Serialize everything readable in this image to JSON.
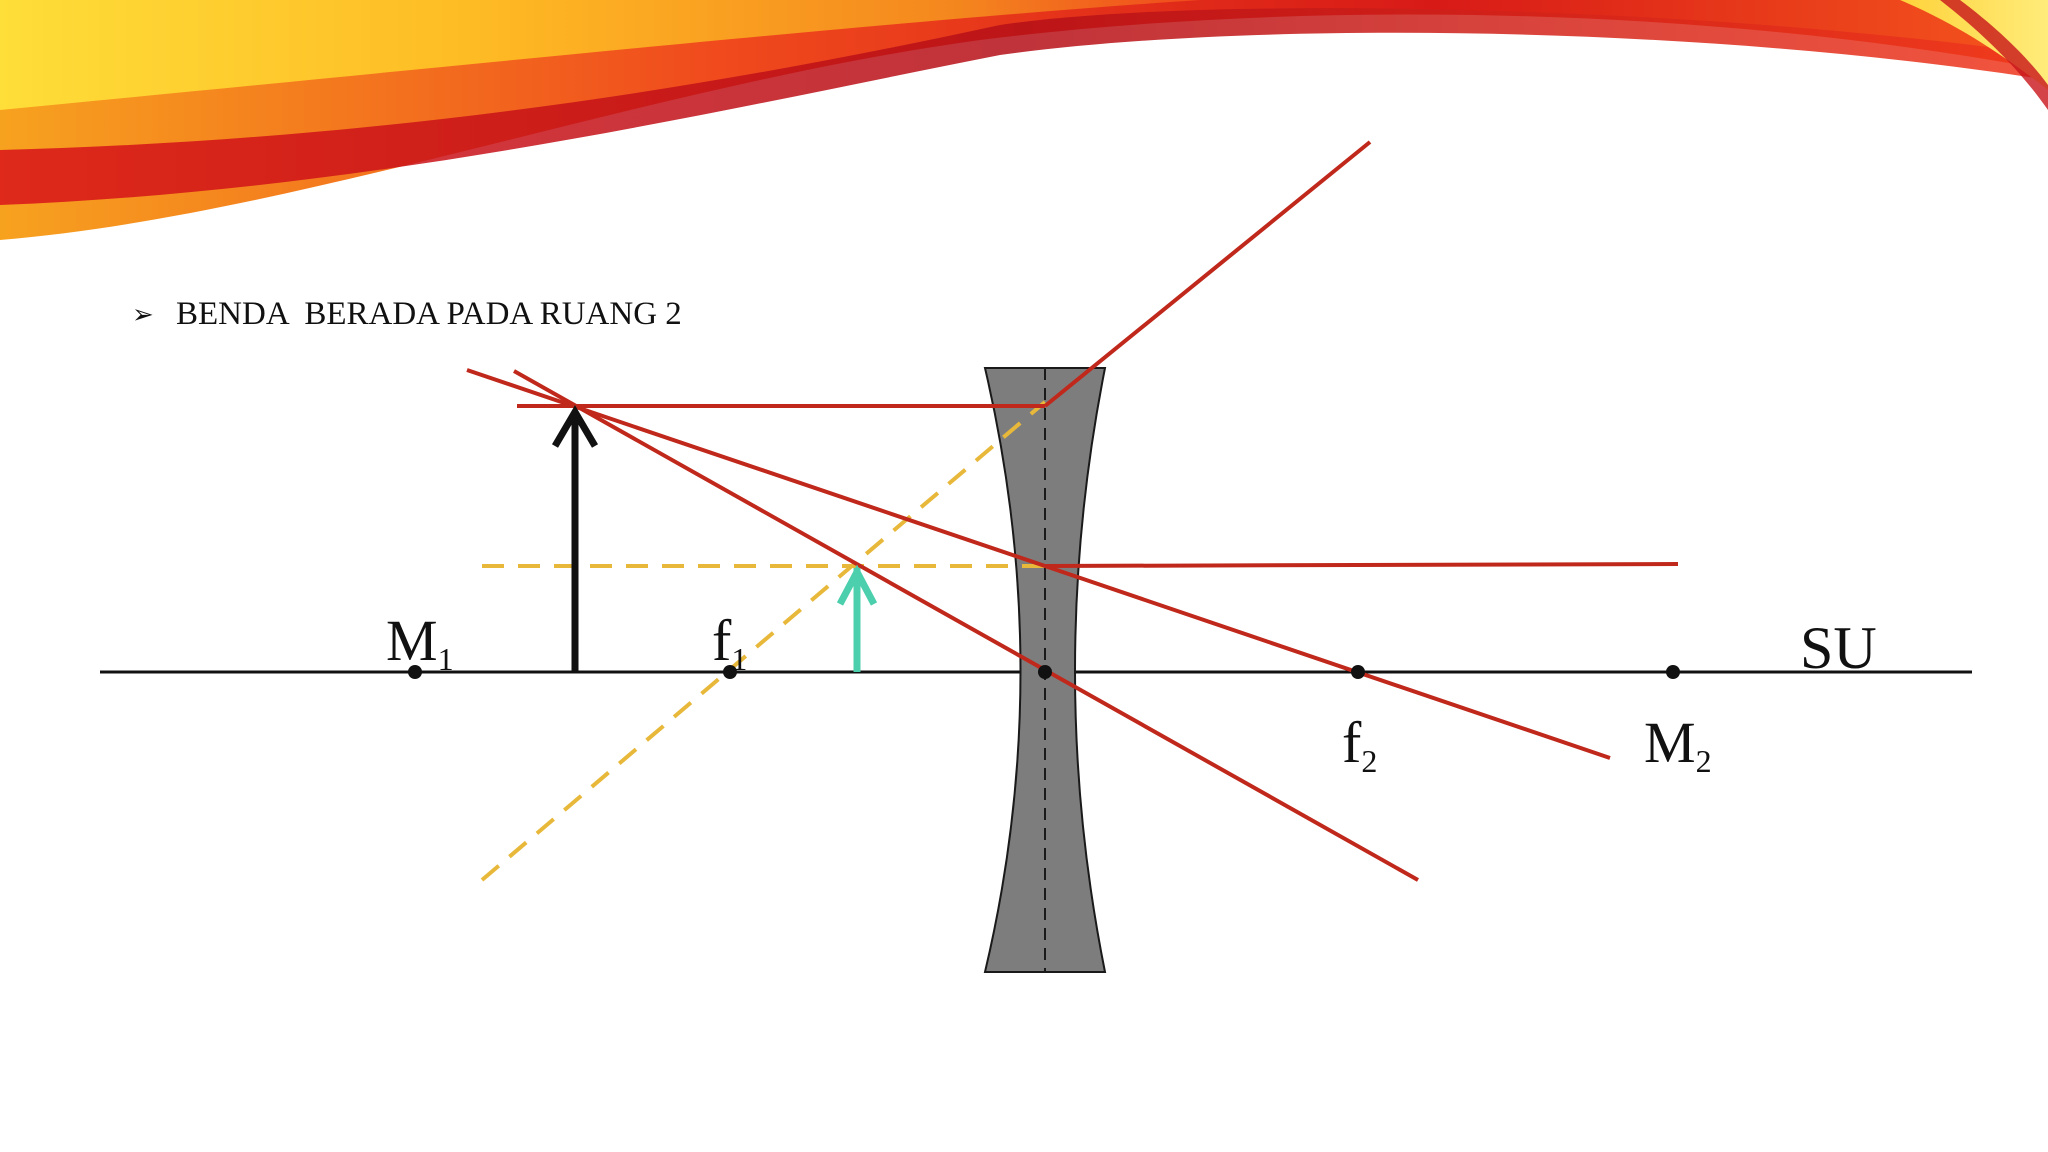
{
  "slide": {
    "bullet_marker": "➢",
    "bullet_text": "BENDA  BERADA PADA RUANG 2",
    "accent_colors": {
      "banner_red": "#e8241e",
      "banner_orange": "#f47a1f",
      "banner_yellow": "#ffd21a",
      "ray_red": "#c0281b",
      "construction_dash": "#e8b83a",
      "image_arrow": "#4ccfad",
      "object_arrow": "#111111",
      "lens_fill": "#7d7d7d"
    }
  },
  "diagram": {
    "labels": {
      "m1_main": "M",
      "m1_sub": "1",
      "f1_main": "f",
      "f1_sub": "1",
      "f2_main": "f",
      "f2_sub": "2",
      "m2_main": "M",
      "m2_sub": "2",
      "axis": "SU"
    },
    "lens_type": "concave (diverging) lens",
    "object_icon": "up-arrow-icon",
    "image_icon": "up-arrow-icon"
  }
}
